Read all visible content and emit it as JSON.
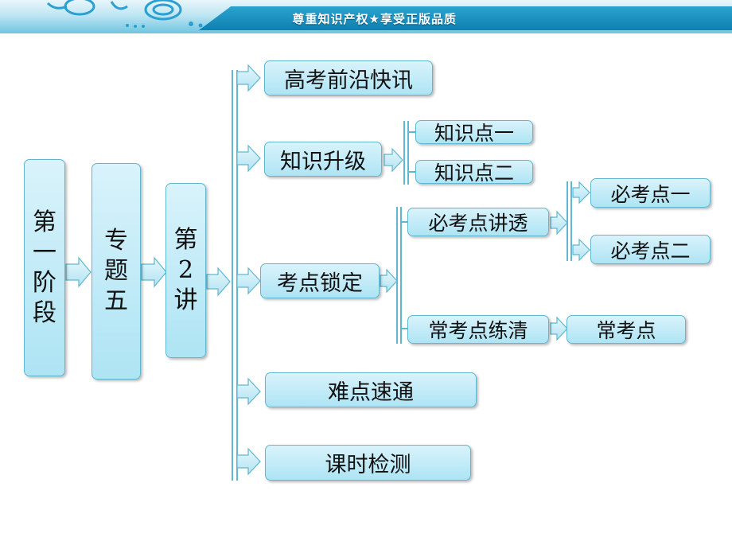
{
  "banner": {
    "slogan": "尊重知识产权★享受正版品质"
  },
  "colors": {
    "box_fill_top": "#d9f3fb",
    "box_fill_bottom": "#aee4f4",
    "box_border": "#5fb7d2",
    "banner": "#1790bf"
  },
  "level1": {
    "chars": [
      "第",
      "一",
      "阶",
      "段"
    ]
  },
  "level2": {
    "chars": [
      "专",
      "题",
      "五"
    ]
  },
  "level3": {
    "chars": [
      "第",
      "2",
      "讲"
    ]
  },
  "sections": {
    "frontier": "高考前沿快讯",
    "knowledge": "知识升级",
    "exam_points": "考点锁定",
    "difficulty": "难点速通",
    "testing": "课时检测"
  },
  "knowledge_items": {
    "k1": "知识点一",
    "k2": "知识点二"
  },
  "exam_sub": {
    "must": "必考点讲透",
    "common": "常考点练清",
    "must1": "必考点一",
    "must2": "必考点二",
    "common_leaf": "常考点"
  }
}
